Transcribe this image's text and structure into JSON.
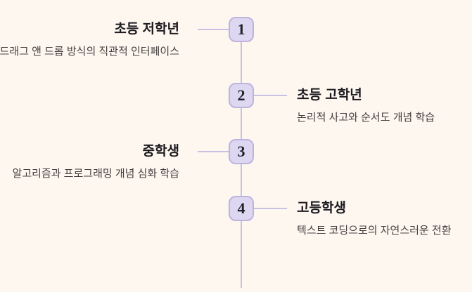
{
  "theme": {
    "bg": "#fdf7f0",
    "line": "#c9c1e3",
    "node-fill": "#ded7f2",
    "node-border": "#beb3dc",
    "number-color": "#22202a",
    "title-color": "#1d1b20",
    "desc-color": "#433f3e"
  },
  "timeline": {
    "items": [
      {
        "number": "1",
        "side": "left",
        "title": "초등 저학년",
        "description": "드래그 앤 드롭 방식의 직관적 인터페이스"
      },
      {
        "number": "2",
        "side": "right",
        "title": "초등 고학년",
        "description": "논리적 사고와 순서도 개념 학습"
      },
      {
        "number": "3",
        "side": "left",
        "title": "중학생",
        "description": "알고리즘과 프로그래밍 개념 심화 학습"
      },
      {
        "number": "4",
        "side": "right",
        "title": "고등학생",
        "description": "텍스트 코딩으로의 자연스러운 전환"
      }
    ]
  }
}
